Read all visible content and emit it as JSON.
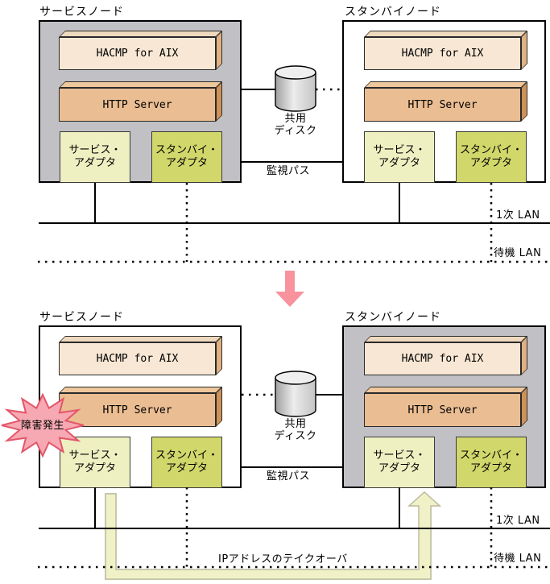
{
  "labels": {
    "service_node": "サービスノード",
    "standby_node": "スタンバイノード",
    "hacmp": "HACMP for AIX",
    "http_server": "HTTP Server",
    "service_adapter": [
      "サービス・",
      "アダプタ"
    ],
    "standby_adapter": [
      "スタンバイ・",
      "アダプタ"
    ],
    "shared_disk": [
      "共用",
      "ディスク"
    ],
    "monitor_path": "監視パス",
    "primary_lan": "1次 LAN",
    "standby_lan": "待機 LAN",
    "failure": "障害発生",
    "ip_takeover": "IPアドレスのテイクオーバ"
  },
  "colors": {
    "active_node_bg": "#c1c1c5",
    "inactive_node_bg": "#ffffff",
    "hacmp_box": "#f7e7d4",
    "http_box": "#eabd92",
    "service_adapter": "#eef0c2",
    "standby_adapter": "#d2d76b",
    "failure_star_fill": "#f6a9b2",
    "failure_star_stroke": "#e4556a",
    "transition_arrow": "#f8939e",
    "takeover_arrow_fill": "#f0f1c6",
    "takeover_arrow_stroke": "#bdbda0"
  },
  "states": {
    "before": {
      "service_node": "active",
      "standby_node": "standby"
    },
    "after": {
      "service_node": "failed",
      "standby_node": "active"
    }
  }
}
